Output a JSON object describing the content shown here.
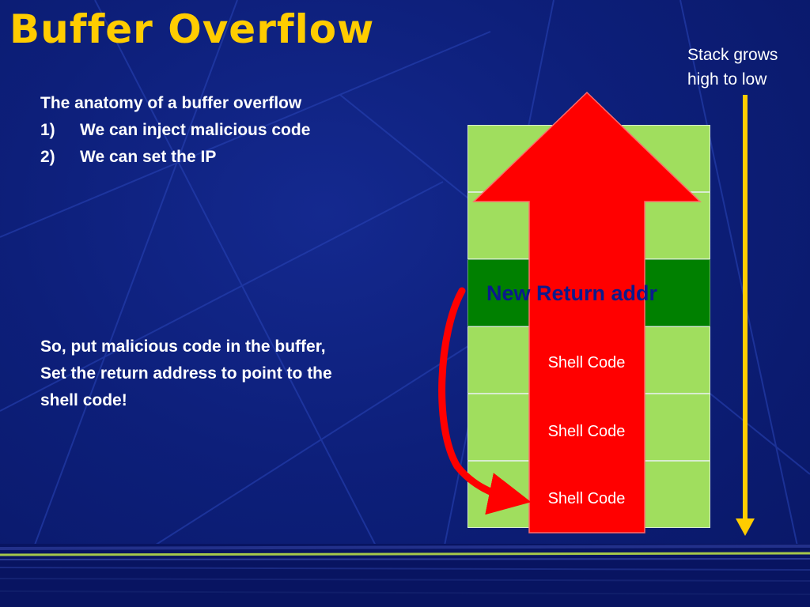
{
  "slide": {
    "title": "Buffer Overflow",
    "stack_note": [
      "Stack grows",
      "high to low"
    ],
    "points_heading": "The anatomy of a buffer overflow",
    "points": [
      {
        "num": "1)",
        "text": "We can inject malicious code"
      },
      {
        "num": "2)",
        "text": "We can set the IP"
      }
    ],
    "conclusion": [
      "So, put malicious code in the buffer,",
      "Set the return address to point to the",
      "shell code!"
    ]
  },
  "diagram": {
    "return_label": "New Return addr",
    "shell_labels": [
      "Shell Code",
      "Shell Code",
      "Shell Code"
    ]
  },
  "colors": {
    "background": "#0d1f7a",
    "title": "#ffcc00",
    "stack_cell": "#a0de5e",
    "return_cell": "#008000",
    "arrow": "#ff0000",
    "direction_arrow": "#ffcc00",
    "return_text": "#0b1a8c"
  }
}
